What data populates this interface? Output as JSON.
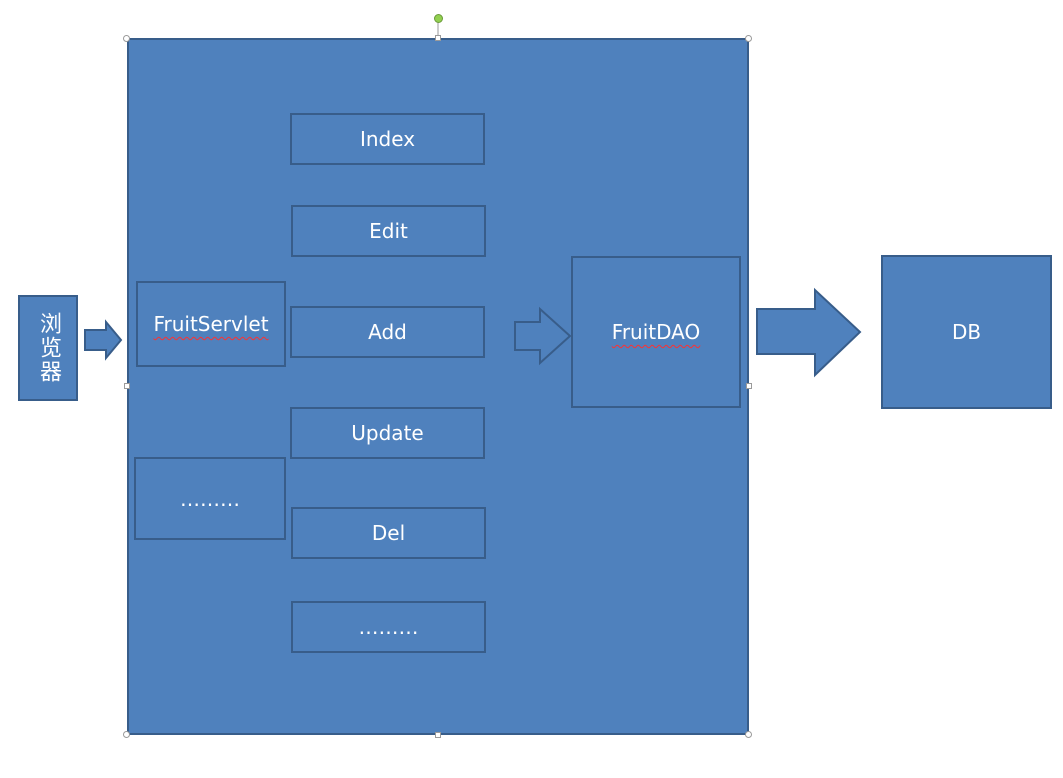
{
  "diagram": {
    "browser_label": "浏览器",
    "servlet_label": "FruitServlet",
    "servlet_more_label": "………",
    "methods": [
      "Index",
      "Edit",
      "Add",
      "Update",
      "Del",
      "………"
    ],
    "dao_label": "FruitDAO",
    "db_label": "DB"
  },
  "colors": {
    "box_fill": "#4f81bd",
    "box_border": "#385d8a",
    "text": "#ffffff",
    "spellcheck_underline": "#ff3030",
    "rotate_handle": "#92d050"
  }
}
